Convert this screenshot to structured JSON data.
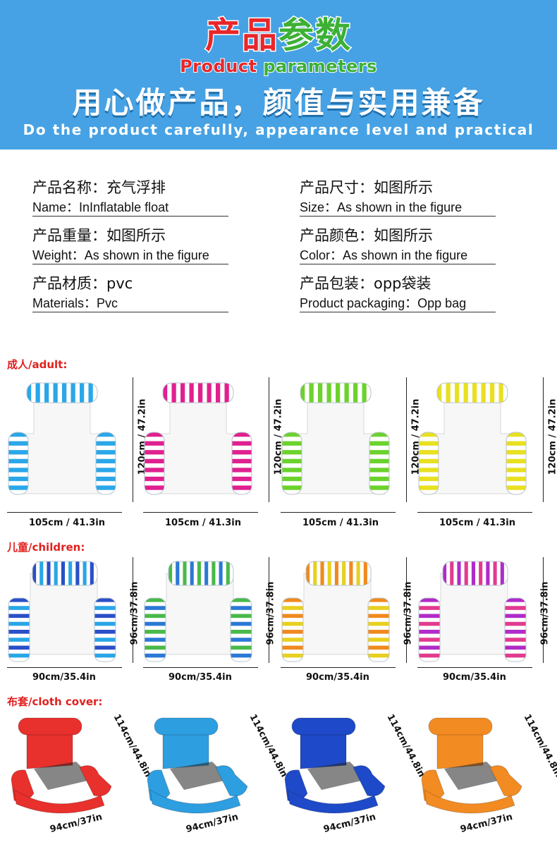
{
  "header": {
    "title_cn": [
      "产",
      "品",
      "参",
      "数"
    ],
    "title_cn_colors": [
      "#e8262a",
      "#e8262a",
      "#3cb035",
      "#3cb035"
    ],
    "title_en_a": "Product ",
    "title_en_b": "parameters",
    "slogan_cn": "用心做产品，颜值与实用兼备",
    "slogan_en": "Do the product carefully, appearance level and practical"
  },
  "params": [
    {
      "cn": "产品名称：充气浮排",
      "en": "Name：InInflatable float"
    },
    {
      "cn": "产品尺寸：如图所示",
      "en": "Size：As shown in the figure"
    },
    {
      "cn": "产品重量：如图所示",
      "en": "Weight：As shown in the figure"
    },
    {
      "cn": "产品颜色：如图所示",
      "en": "Color：As shown in the figure"
    },
    {
      "cn": "产品材质：pvc",
      "en": "Materials：Pvc"
    },
    {
      "cn": "产品包装：opp袋装",
      "en": "Product packaging：Opp bag"
    }
  ],
  "sections": {
    "adult": {
      "label": "成人/adult:",
      "width": "105cm / 41.3in",
      "height": "120cm / 47.2in",
      "colors": [
        "#2aa7e8",
        "#e0208f",
        "#6cd22c",
        "#e8e020"
      ]
    },
    "children": {
      "label": "儿童/children:",
      "width": "90cm/35.4in",
      "height": "96cm/37.8in",
      "colors": [
        [
          "#2a4fc8",
          "#29a6e6"
        ],
        [
          "#49b94a",
          "#2b79d6"
        ],
        [
          "#f08a1e",
          "#e8d020"
        ],
        [
          "#b02bc8",
          "#e23a8e"
        ]
      ]
    },
    "cover": {
      "label": "布套/cloth cover:",
      "width": "94cm/37in",
      "height": "114cm/44.8in",
      "colors": [
        "#e8302c",
        "#2d9ee0",
        "#1e49c8",
        "#f28b22"
      ]
    }
  }
}
